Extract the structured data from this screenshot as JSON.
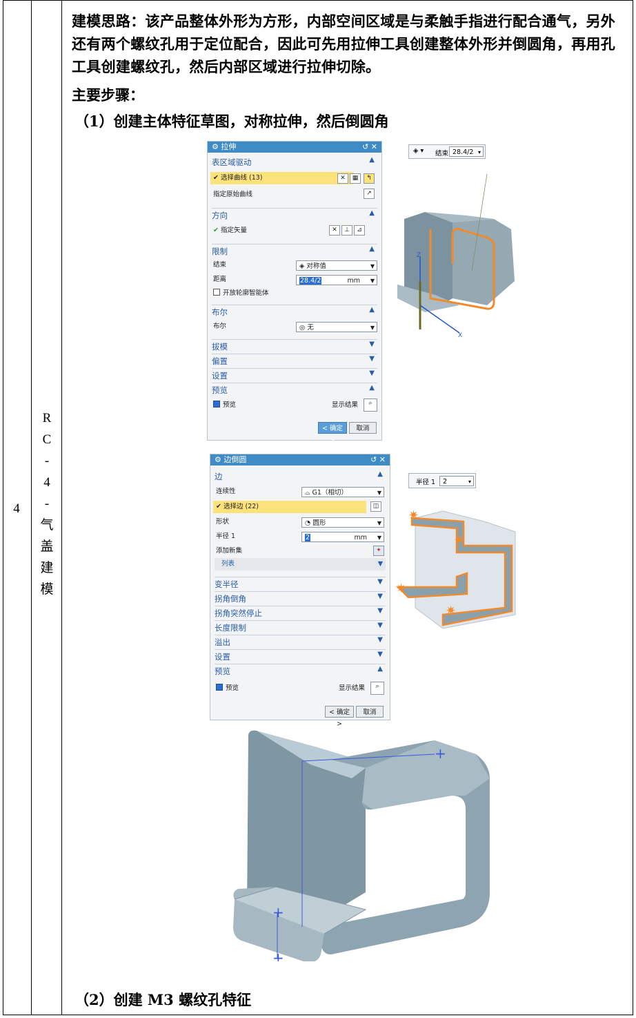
{
  "row": {
    "number": "4",
    "task": [
      "R",
      "C",
      "-",
      "4",
      "-",
      "气",
      "盖",
      "建",
      "模"
    ]
  },
  "intro": "建模思路：该产品整体外形为方形，内部空间区域是与柔触手指进行配合通气，另外还有两个螺纹孔用于定位配合，因此可先用拉伸工具创建整体外形并倒圆角，再用孔工具创建螺纹孔，然后内部区域进行拉伸切除。",
  "main_steps_label": "主要步骤：",
  "step1_heading": "（1）创建主体特征草图，对称拉伸，然后倒圆角",
  "step2_heading": "（2）创建 M3 螺纹孔特征",
  "extrude_dialog": {
    "title": "拉伸",
    "sec_surface": "表区域驱动",
    "select_curve": "选择曲线 (13)",
    "specify_origin_curve": "指定原始曲线",
    "sec_direction": "方向",
    "specify_vector": "指定矢量",
    "sec_limits": "限制",
    "end_label": "结束",
    "end_value": "对称值",
    "distance_label": "距离",
    "distance_value": "28.4/2",
    "distance_unit": "mm",
    "open_profile": "开放轮廓智能体",
    "sec_boolean": "布尔",
    "boolean_label": "布尔",
    "boolean_value": "无",
    "sec_draft": "拔模",
    "sec_offset": "偏置",
    "sec_settings": "设置",
    "sec_preview": "预览",
    "preview": "预览",
    "show_result": "显示结果",
    "ok": "< 确定 >",
    "cancel": "取消"
  },
  "extrude_float": {
    "end_label": "结束",
    "end_value": "28.4/2"
  },
  "blend_dialog": {
    "title": "边倒圆",
    "sec_edge": "边",
    "continuity_label": "连续性",
    "continuity_value": "G1（相切）",
    "select_edge": "选择边 (22)",
    "shape_label": "形状",
    "shape_value": "圆形",
    "radius_label": "半径 1",
    "radius_value": "2",
    "radius_unit": "mm",
    "add_new_set": "添加新集",
    "list": "列表",
    "sec_variable_radius": "变半径",
    "sec_corner_setback": "拐角倒角",
    "sec_corner_stop": "拐角突然停止",
    "sec_length_limit": "长度限制",
    "sec_overflow": "溢出",
    "sec_settings": "设置",
    "sec_preview": "预览",
    "preview": "预览",
    "show_result": "显示结果",
    "ok": "< 确定 >",
    "cancel": "取消"
  },
  "blend_float": {
    "radius_label": "半径 1",
    "radius_value": "2"
  },
  "colors": {
    "dialog_title": "#3f8bc5",
    "section_text": "#2a5ca8",
    "highlight": "#fbe27a",
    "part": "#7f96a3",
    "edge_highlight": "#f08a2c"
  }
}
